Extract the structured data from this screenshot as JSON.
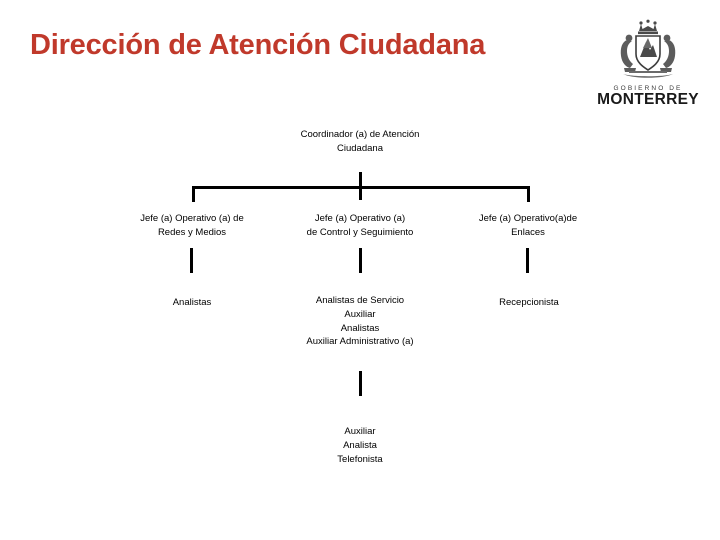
{
  "header": {
    "title": "Dirección de Atención Ciudadana",
    "title_color": "#C0392B",
    "logo": {
      "name": "monterrey-coat-of-arms",
      "kicker": "GOBIERNO DE",
      "wordmark": "MONTERREY"
    }
  },
  "chart_data": {
    "type": "diagram",
    "subtype": "org-chart",
    "title": "Dirección de Atención Ciudadana",
    "levels": 4,
    "nodes": [
      {
        "id": "coordinador",
        "level": 0,
        "lines": [
          "Coordinador (a) de Atención",
          "Ciudadana"
        ]
      },
      {
        "id": "jefe-redes",
        "level": 1,
        "parent": "coordinador",
        "lines": [
          "Jefe (a) Operativo (a) de",
          "Redes y Medios"
        ]
      },
      {
        "id": "jefe-control",
        "level": 1,
        "parent": "coordinador",
        "lines": [
          "Jefe (a) Operativo (a)",
          "de Control y Seguimiento"
        ]
      },
      {
        "id": "jefe-enlaces",
        "level": 1,
        "parent": "coordinador",
        "lines": [
          "Jefe (a) Operativo(a)de",
          "Enlaces"
        ]
      },
      {
        "id": "analistas-redes",
        "level": 2,
        "parent": "jefe-redes",
        "lines": [
          "Analistas"
        ]
      },
      {
        "id": "analistas-control",
        "level": 2,
        "parent": "jefe-control",
        "lines": [
          "Analistas de Servicio",
          "Auxiliar",
          "Analistas",
          "Auxiliar Administrativo (a)"
        ]
      },
      {
        "id": "recepcionista",
        "level": 2,
        "parent": "jefe-enlaces",
        "lines": [
          "Recepcionista"
        ]
      },
      {
        "id": "telefonista",
        "level": 3,
        "parent": "analistas-control",
        "lines": [
          "Auxiliar",
          "Analista",
          "Telefonista"
        ]
      }
    ],
    "line_color": "#000000",
    "background": "#FFFFFF"
  }
}
